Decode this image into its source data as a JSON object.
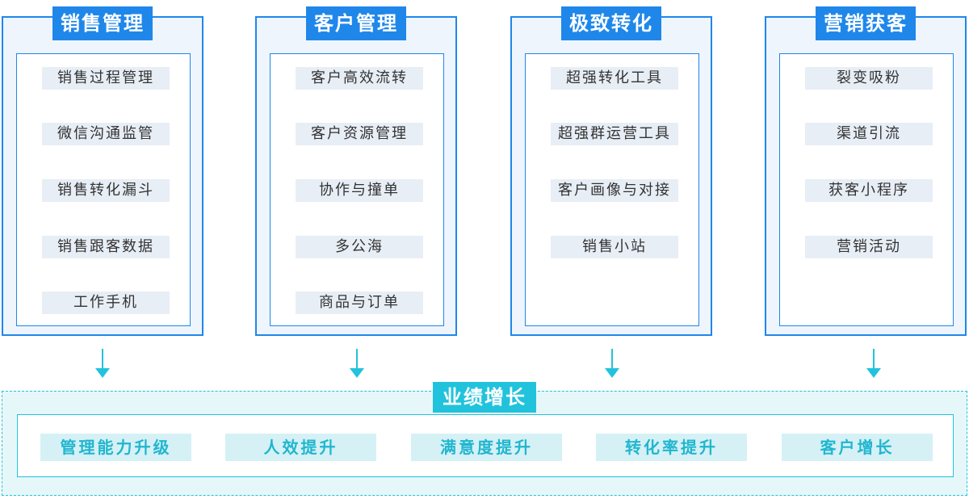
{
  "columns": [
    {
      "title": "销售管理",
      "items": [
        "销售过程管理",
        "微信沟通监管",
        "销售转化漏斗",
        "销售跟客数据",
        "工作手机"
      ]
    },
    {
      "title": "客户管理",
      "items": [
        "客户高效流转",
        "客户资源管理",
        "协作与撞单",
        "多公海",
        "商品与订单"
      ]
    },
    {
      "title": "极致转化",
      "items": [
        "超强转化工具",
        "超强群运营工具",
        "客户画像与对接",
        "销售小站"
      ]
    },
    {
      "title": "营销获客",
      "items": [
        "裂变吸粉",
        "渠道引流",
        "获客小程序",
        "营销活动"
      ]
    }
  ],
  "bottom": {
    "title": "业绩增长",
    "items": [
      "管理能力升级",
      "人效提升",
      "满意度提升",
      "转化率提升",
      "客户增长"
    ]
  },
  "colors": {
    "blue": "#1f87ea",
    "cyan": "#21c3dc"
  }
}
